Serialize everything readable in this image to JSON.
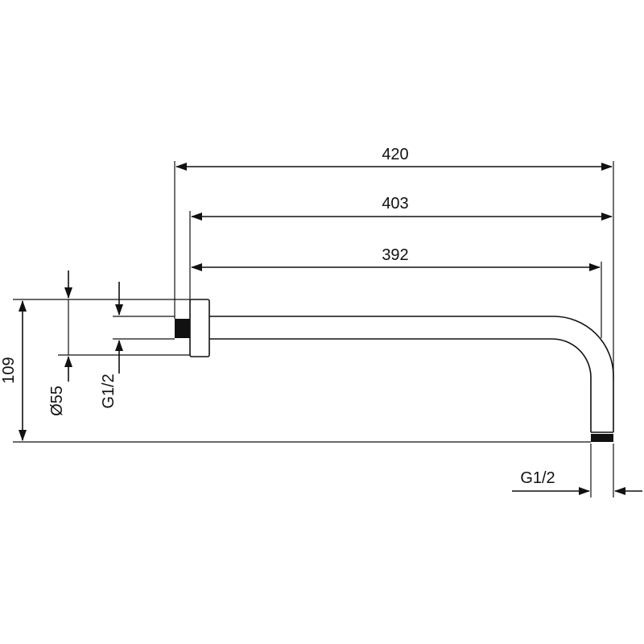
{
  "colors": {
    "line": "#111111",
    "background": "#ffffff"
  },
  "dimensions": {
    "overall_length": "420",
    "arm_length": "403",
    "tube_length": "392",
    "height": "109",
    "flange_diameter": "Ø55",
    "inlet_thread": "G1/2",
    "outlet_thread": "G1/2"
  }
}
